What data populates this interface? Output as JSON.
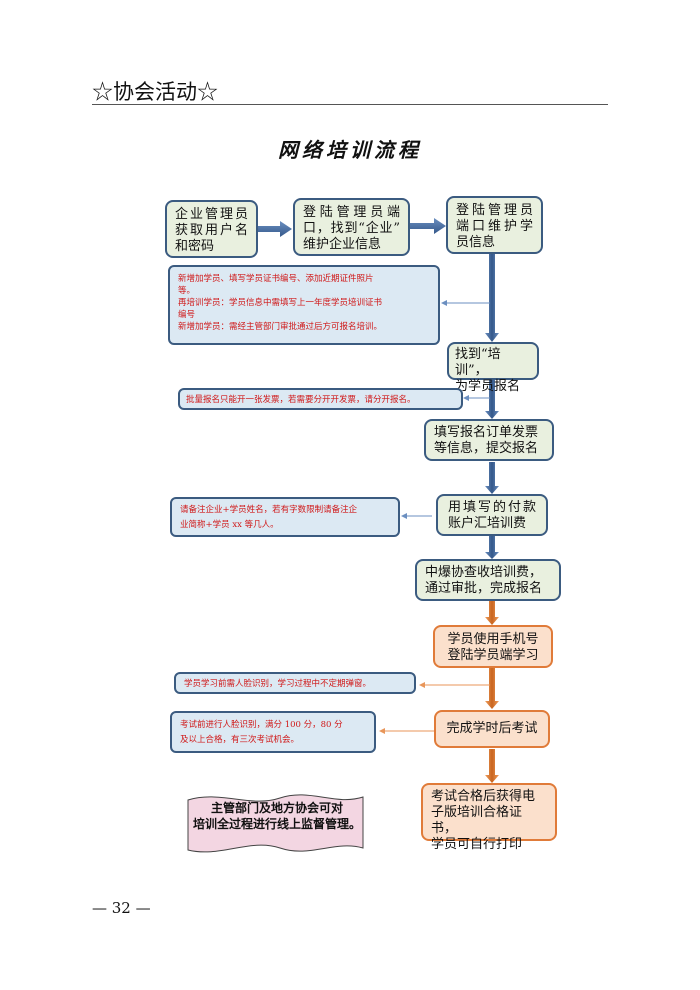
{
  "header": {
    "section": "☆协会活动☆"
  },
  "title": "网络培训流程",
  "flow": {
    "step1": [
      "企业管理员",
      "获取用户名",
      "和密码"
    ],
    "step2": [
      "登陆管理员端",
      "口，找到“企业”",
      "维护企业信息"
    ],
    "step3": [
      "登陆管理员",
      "端口维护学",
      "员信息"
    ],
    "step4": [
      "找到“培训”，",
      "为学员报名"
    ],
    "step5": [
      "填写报名订单发票",
      "等信息，提交报名"
    ],
    "step6": [
      "用填写的付款",
      "账户汇培训费"
    ],
    "step7": [
      "中爆协查收培训费，",
      "通过审批，完成报名"
    ],
    "step8": [
      "学员使用手机号",
      "登陆学员端学习"
    ],
    "step9": [
      "完成学时后考试"
    ],
    "step10": [
      "考试合格后获得电",
      "子版培训合格证书，",
      "学员可自行打印"
    ]
  },
  "notes": {
    "note1": [
      "新增加学员、填写学员证书编号、添加近期证件照片",
      "等。",
      "再培训学员：学员信息中需填写上一年度学员培训证书",
      "编号",
      "新增加学员：需经主管部门审批通过后方可报名培训。"
    ],
    "note2": [
      "批量报名只能开一张发票，若需要分开开发票，请分开报名。"
    ],
    "note3": [
      "请备注企业+学员姓名，若有字数限制请备注企",
      "业简称+学员 xx 等几人。"
    ],
    "note4": [
      "学员学习前需人脸识别，学习过程中不定期弹窗。"
    ],
    "note5": [
      "考试前进行人脸识别，满分 100 分，80 分",
      "及以上合格，有三次考试机会。"
    ]
  },
  "banner": [
    "主管部门及地方协会可对",
    "培训全过程进行线上监督管理。"
  ],
  "page_number": "— 32 —",
  "colors": {
    "green_fill": "#e9f0df",
    "blue_border": "#3b5b80",
    "blue_arrow": "#4a6fa5",
    "orange_fill": "#fbe0cc",
    "orange_border": "#e07b39",
    "note_fill": "#dce9f3",
    "note_text": "#d01818",
    "banner_fill": "#f3d6e2"
  }
}
